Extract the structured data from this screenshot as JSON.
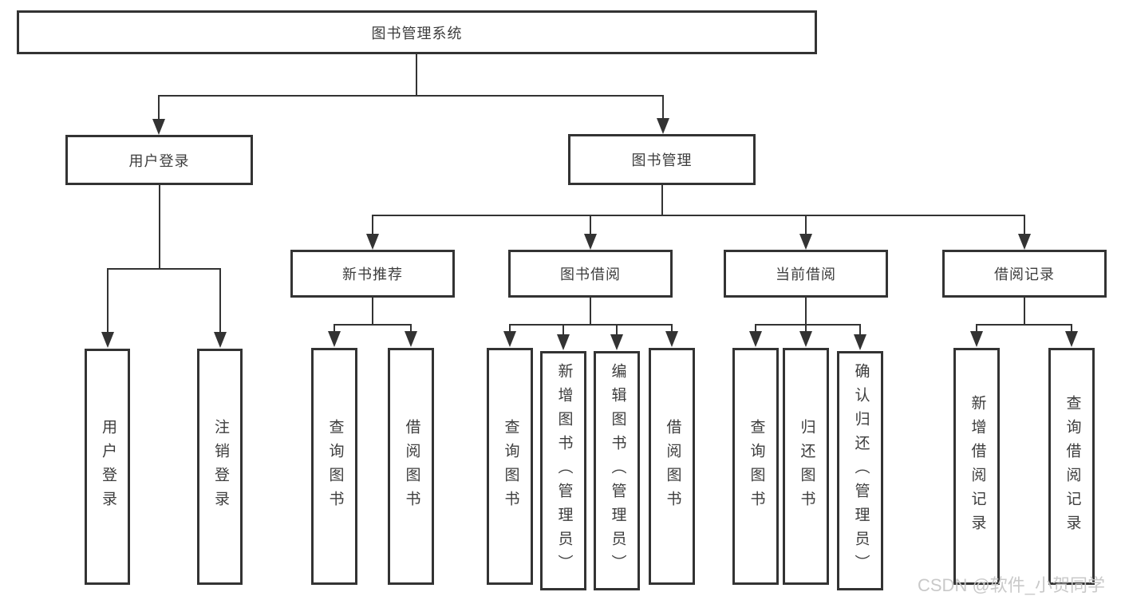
{
  "colors": {
    "stroke": "#333333",
    "box_fill": "#ffffff",
    "text": "#3d3d3d",
    "watermark": "#c6c6c6",
    "background": "#ffffff"
  },
  "tree": {
    "label": "图书管理系统",
    "children": [
      {
        "label": "用户登录",
        "children": [
          {
            "label": "用户登录"
          },
          {
            "label": "注销登录"
          }
        ]
      },
      {
        "label": "图书管理",
        "children": [
          {
            "label": "新书推荐",
            "children": [
              {
                "label": "查询图书"
              },
              {
                "label": "借阅图书"
              }
            ]
          },
          {
            "label": "图书借阅",
            "children": [
              {
                "label": "查询图书"
              },
              {
                "label": "新增图书（管理员）"
              },
              {
                "label": "编辑图书（管理员）"
              },
              {
                "label": "借阅图书"
              }
            ]
          },
          {
            "label": "当前借阅",
            "children": [
              {
                "label": "查询图书"
              },
              {
                "label": "归还图书"
              },
              {
                "label": "确认归还（管理员）"
              }
            ]
          },
          {
            "label": "借阅记录",
            "children": [
              {
                "label": "新增借阅记录"
              },
              {
                "label": "查询借阅记录"
              }
            ]
          }
        ]
      }
    ]
  },
  "watermark": {
    "text": "CSDN @软件_小贺同学"
  }
}
